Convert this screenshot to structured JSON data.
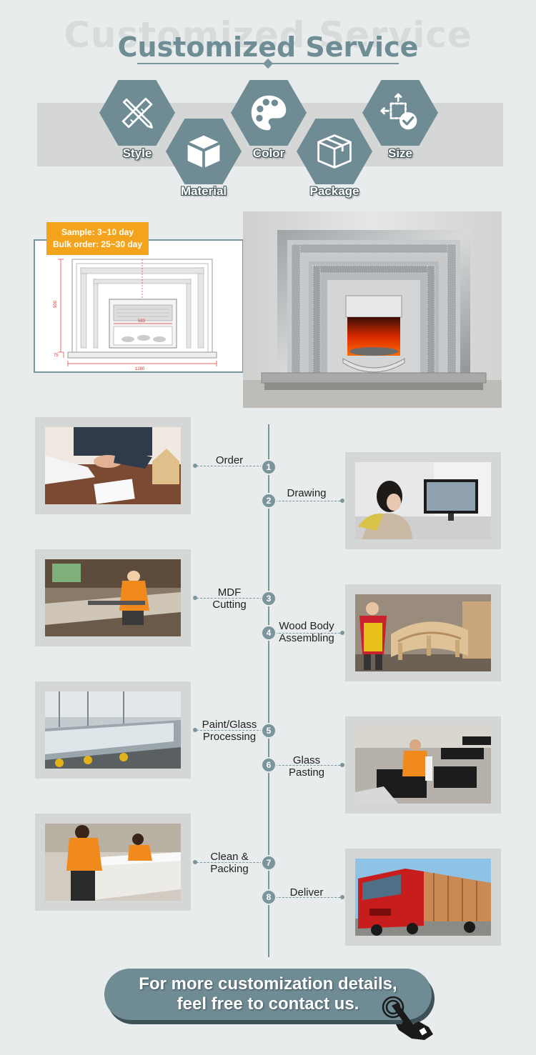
{
  "header": {
    "title": "Customized Service",
    "ghost_title": "Customized Service"
  },
  "options": [
    {
      "label": "Style",
      "icon": "ruler-pencil-icon"
    },
    {
      "label": "Material",
      "icon": "cube-icon"
    },
    {
      "label": "Color",
      "icon": "palette-icon"
    },
    {
      "label": "Package",
      "icon": "box-icon"
    },
    {
      "label": "Size",
      "icon": "resize-check-icon"
    }
  ],
  "lead_time": {
    "sample": "Sample: 3~10 day",
    "bulk": "Bulk order: 25~30 day"
  },
  "drawing": {
    "dim_width": "1280",
    "dim_height": "900",
    "dim_inner": "583",
    "dim_base": "75"
  },
  "process": {
    "steps": [
      {
        "num": "1",
        "label_1": "Order",
        "label_2": ""
      },
      {
        "num": "2",
        "label_1": "Drawing",
        "label_2": ""
      },
      {
        "num": "3",
        "label_1": "MDF",
        "label_2": "Cutting"
      },
      {
        "num": "4",
        "label_1": "Wood Body",
        "label_2": "Assembling"
      },
      {
        "num": "5",
        "label_1": "Paint/Glass",
        "label_2": "Processing"
      },
      {
        "num": "6",
        "label_1": "Glass",
        "label_2": "Pasting"
      },
      {
        "num": "7",
        "label_1": "Clean &",
        "label_2": "Packing"
      },
      {
        "num": "8",
        "label_1": "Deliver",
        "label_2": ""
      }
    ]
  },
  "footer": {
    "line_1": "For more customization details,",
    "line_2": "feel free to contact us."
  },
  "colors": {
    "accent": "#6f8b94",
    "band": "#d5d7d7",
    "badge": "#f4a41c",
    "background": "#e9ecec"
  }
}
